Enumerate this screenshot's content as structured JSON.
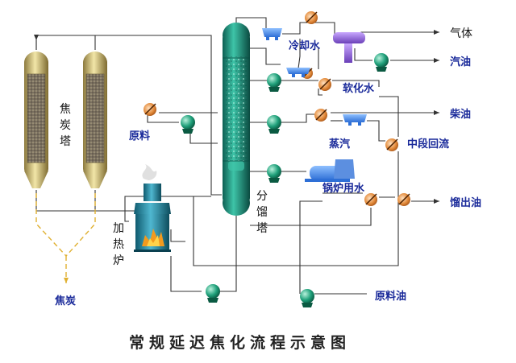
{
  "diagram": {
    "caption": "常规延迟焦化流程示意图",
    "coke_tower": {
      "label_chars": [
        "焦",
        "炭",
        "塔"
      ]
    },
    "furnace": {
      "label_chars": [
        "加",
        "热",
        "炉"
      ]
    },
    "fractionator": {
      "label_chars": [
        "分",
        "馏",
        "塔"
      ]
    },
    "labels": {
      "coke": "焦炭",
      "feed": "原料",
      "cooling_water": "冷却水",
      "softened_water": "软化水",
      "steam": "蒸汽",
      "boiler_water": "锅炉用水",
      "mid_reflux": "中段回流",
      "feed_oil": "原料油"
    },
    "products": {
      "gas": "气体",
      "gasoline": "汽油",
      "diesel": "柴油",
      "distillate": "馏出油"
    }
  }
}
